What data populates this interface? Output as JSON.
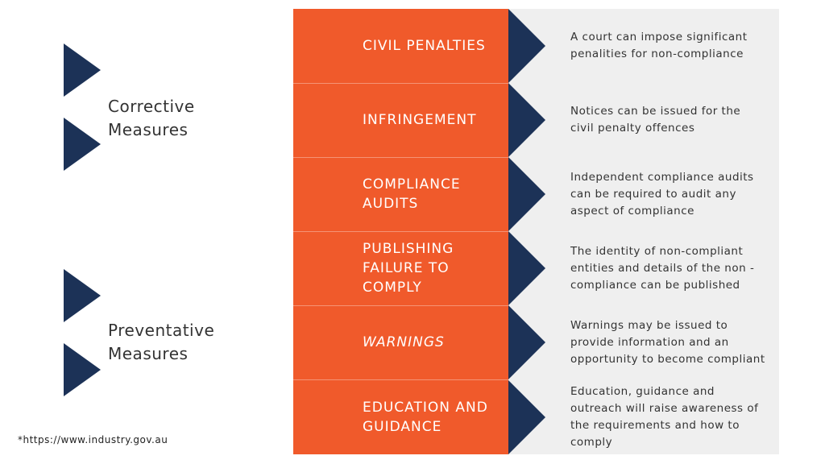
{
  "groups": [
    {
      "label": "Corrective\nMeasures"
    },
    {
      "label": "Preventative\nMeasures"
    }
  ],
  "rows": [
    {
      "label": "CIVIL PENALTIES",
      "description": "A court can impose significant penalities for non-compliance"
    },
    {
      "label": "INFRINGEMENT",
      "description": "Notices can be issued for the civil penalty offences"
    },
    {
      "label": "COMPLIANCE AUDITS",
      "description": "Independent compliance audits can be required to audit any aspect of compliance"
    },
    {
      "label": "PUBLISHING FAILURE TO COMPLY",
      "description": "The identity of non-compliant entities and details of the non - compliance can be published"
    },
    {
      "label": "WARNINGS",
      "description": "Warnings may be issued to provide information and an opportunity to become compliant"
    },
    {
      "label": "EDUCATION AND GUIDANCE",
      "description": "Education, guidance and outreach will raise awareness of the requirements and how to comply"
    }
  ],
  "footnote": "*https://www.industry.gov.au",
  "colors": {
    "orange": "#f05a2b",
    "navy": "#1c3257",
    "grey_panel": "#efefef"
  },
  "icons": {
    "row_pointer": "triangle-right-icon",
    "group_marker": "chevron-right-icon"
  }
}
